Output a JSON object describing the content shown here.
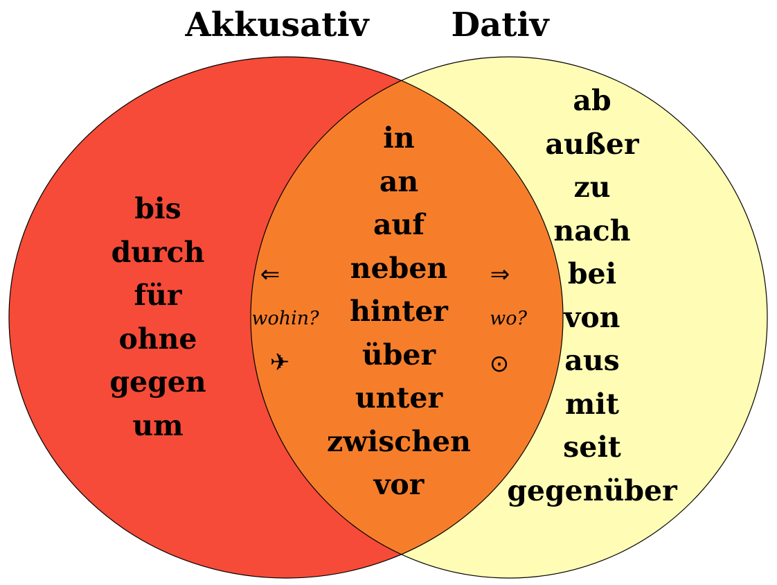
{
  "titles": {
    "left": "Akkusativ",
    "right": "Dativ"
  },
  "colors": {
    "accusative_circle": "#F54B38",
    "dative_circle": "#FFFDB5",
    "overlap": "#F67E2B",
    "outline": "#000000"
  },
  "accusative_only": [
    "bis",
    "durch",
    "für",
    "ohne",
    "gegen",
    "um"
  ],
  "two_way": [
    "in",
    "an",
    "auf",
    "neben",
    "hinter",
    "über",
    "unter",
    "zwischen",
    "vor"
  ],
  "dative_only": [
    "ab",
    "außer",
    "zu",
    "nach",
    "bei",
    "von",
    "aus",
    "mit",
    "seit",
    "gegenüber"
  ],
  "left_hints": {
    "arrow": "⇐",
    "question": "wohin?",
    "icon": "airplane-icon",
    "glyph": "✈"
  },
  "right_hints": {
    "arrow": "⇒",
    "question": "wo?",
    "icon": "dot-circle-icon",
    "glyph": "⊙"
  }
}
